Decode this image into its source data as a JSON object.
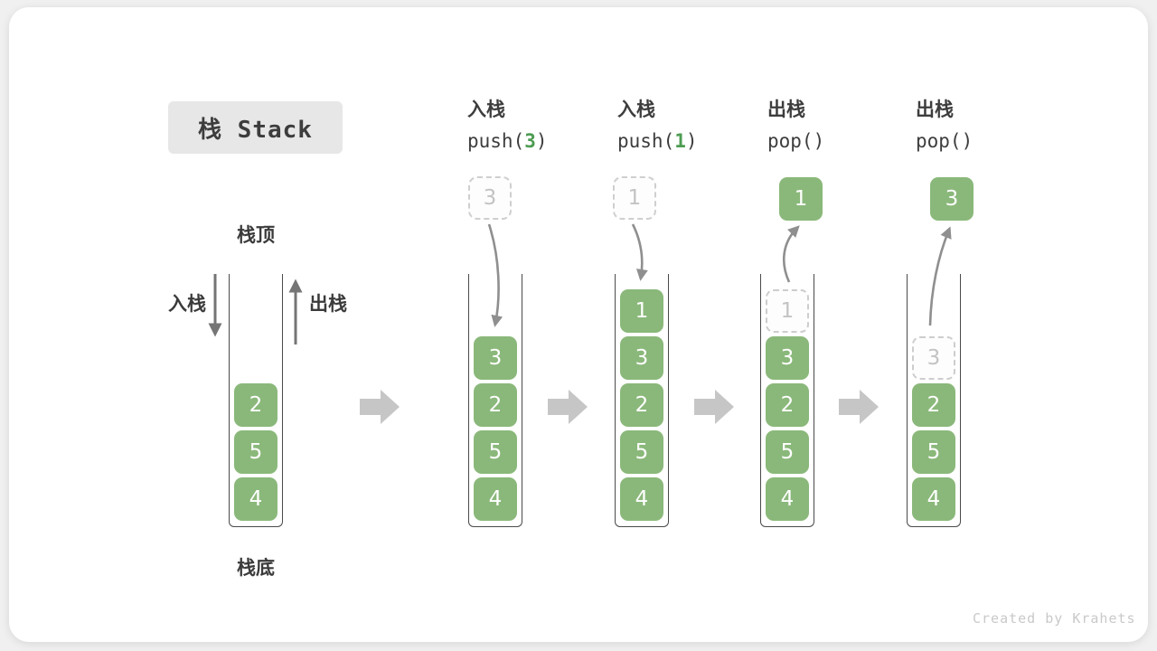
{
  "page": {
    "credit": "Created by Krahets"
  },
  "title": {
    "text": "栈 Stack"
  },
  "legend": {
    "stack_top": "栈顶",
    "stack_bottom": "栈底",
    "push": "入栈",
    "pop": "出栈"
  },
  "colors": {
    "cell_green": "#8ab87a",
    "code_arg_green": "#4d9c52",
    "container_border": "#4a4a4a",
    "flow_arrow_gray": "#c6c6c6",
    "motion_arrow_gray": "#8f8f8f",
    "dashed_gray": "#cfcfcf",
    "text_dark": "#3d3d3d"
  },
  "steps": [
    {
      "id": "initial",
      "cells": [
        "2",
        "5",
        "4"
      ]
    },
    {
      "id": "push-3",
      "action": "入栈",
      "code_pre": "push(",
      "code_arg": "3",
      "code_post": ")",
      "floater": "3",
      "cells": [
        "3",
        "2",
        "5",
        "4"
      ]
    },
    {
      "id": "push-1",
      "action": "入栈",
      "code_pre": "push(",
      "code_arg": "1",
      "code_post": ")",
      "floater": "1",
      "cells": [
        "1",
        "3",
        "2",
        "5",
        "4"
      ]
    },
    {
      "id": "pop-1",
      "action": "出栈",
      "code_pre": "pop()",
      "code_arg": "",
      "code_post": "",
      "floater": "1",
      "ghost": "1",
      "cells": [
        "3",
        "2",
        "5",
        "4"
      ]
    },
    {
      "id": "pop-3",
      "action": "出栈",
      "code_pre": "pop()",
      "code_arg": "",
      "code_post": "",
      "floater": "3",
      "ghost": "3",
      "cells": [
        "2",
        "5",
        "4"
      ]
    }
  ]
}
